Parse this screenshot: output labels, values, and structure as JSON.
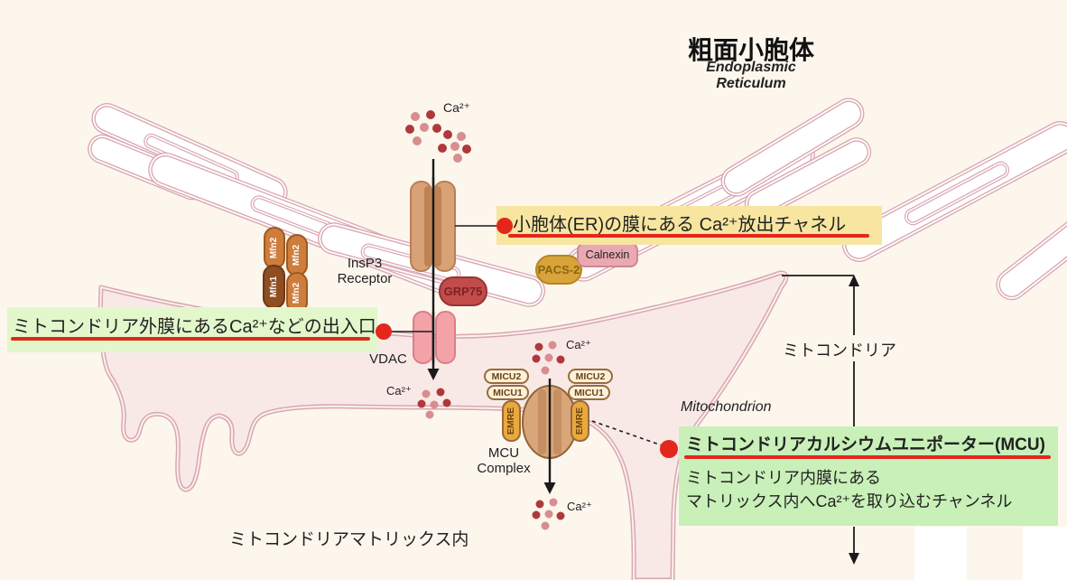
{
  "er": {
    "title_jp": "粗面小胞体",
    "title_en_line1": "Endoplasmic",
    "title_en_line2": "Reticulum"
  },
  "labels": {
    "ca": "Ca²⁺",
    "insp3_line1": "InsP3",
    "insp3_line2": "Receptor",
    "grp75": "GRP75",
    "pacs2": "PACS-2",
    "calnexin": "Calnexin",
    "vdac": "VDAC",
    "mfn1": "Mfn1",
    "mfn2": "Mfn2",
    "micu2": "MICU2",
    "micu1": "MICU1",
    "emre": "EMRE",
    "mcu_line1": "MCU",
    "mcu_line2": "Complex",
    "mitochondrion_en": "Mitochondrion",
    "mitochondria_jp": "ミトコンドリア",
    "matrix_jp": "ミトコンドリアマトリックス内"
  },
  "annotations": {
    "er_channel": {
      "text": "小胞体(ER)の膜にある Ca²⁺放出チャネル"
    },
    "outer_membrane": {
      "text": "ミトコンドリア外膜にあるCa²⁺などの出入口"
    },
    "mcu": {
      "title": "ミトコンドリアカルシウムユニポーター(MCU)",
      "line1": "ミトコンドリア内膜にある",
      "line2": "マトリックス内へCa²⁺を取り込むチャンネル"
    }
  },
  "colors": {
    "accent_red": "#E4261D",
    "yellow_bg": "#F7E5A0",
    "green_bg_left": "#E2F7CB",
    "green_bg_right": "#C8F0B8",
    "membrane_pink": "#D9A7B2",
    "mito_fill": "#F8E9E7",
    "dot_dark": "#AE393B",
    "dot_light": "#D88D8F"
  }
}
